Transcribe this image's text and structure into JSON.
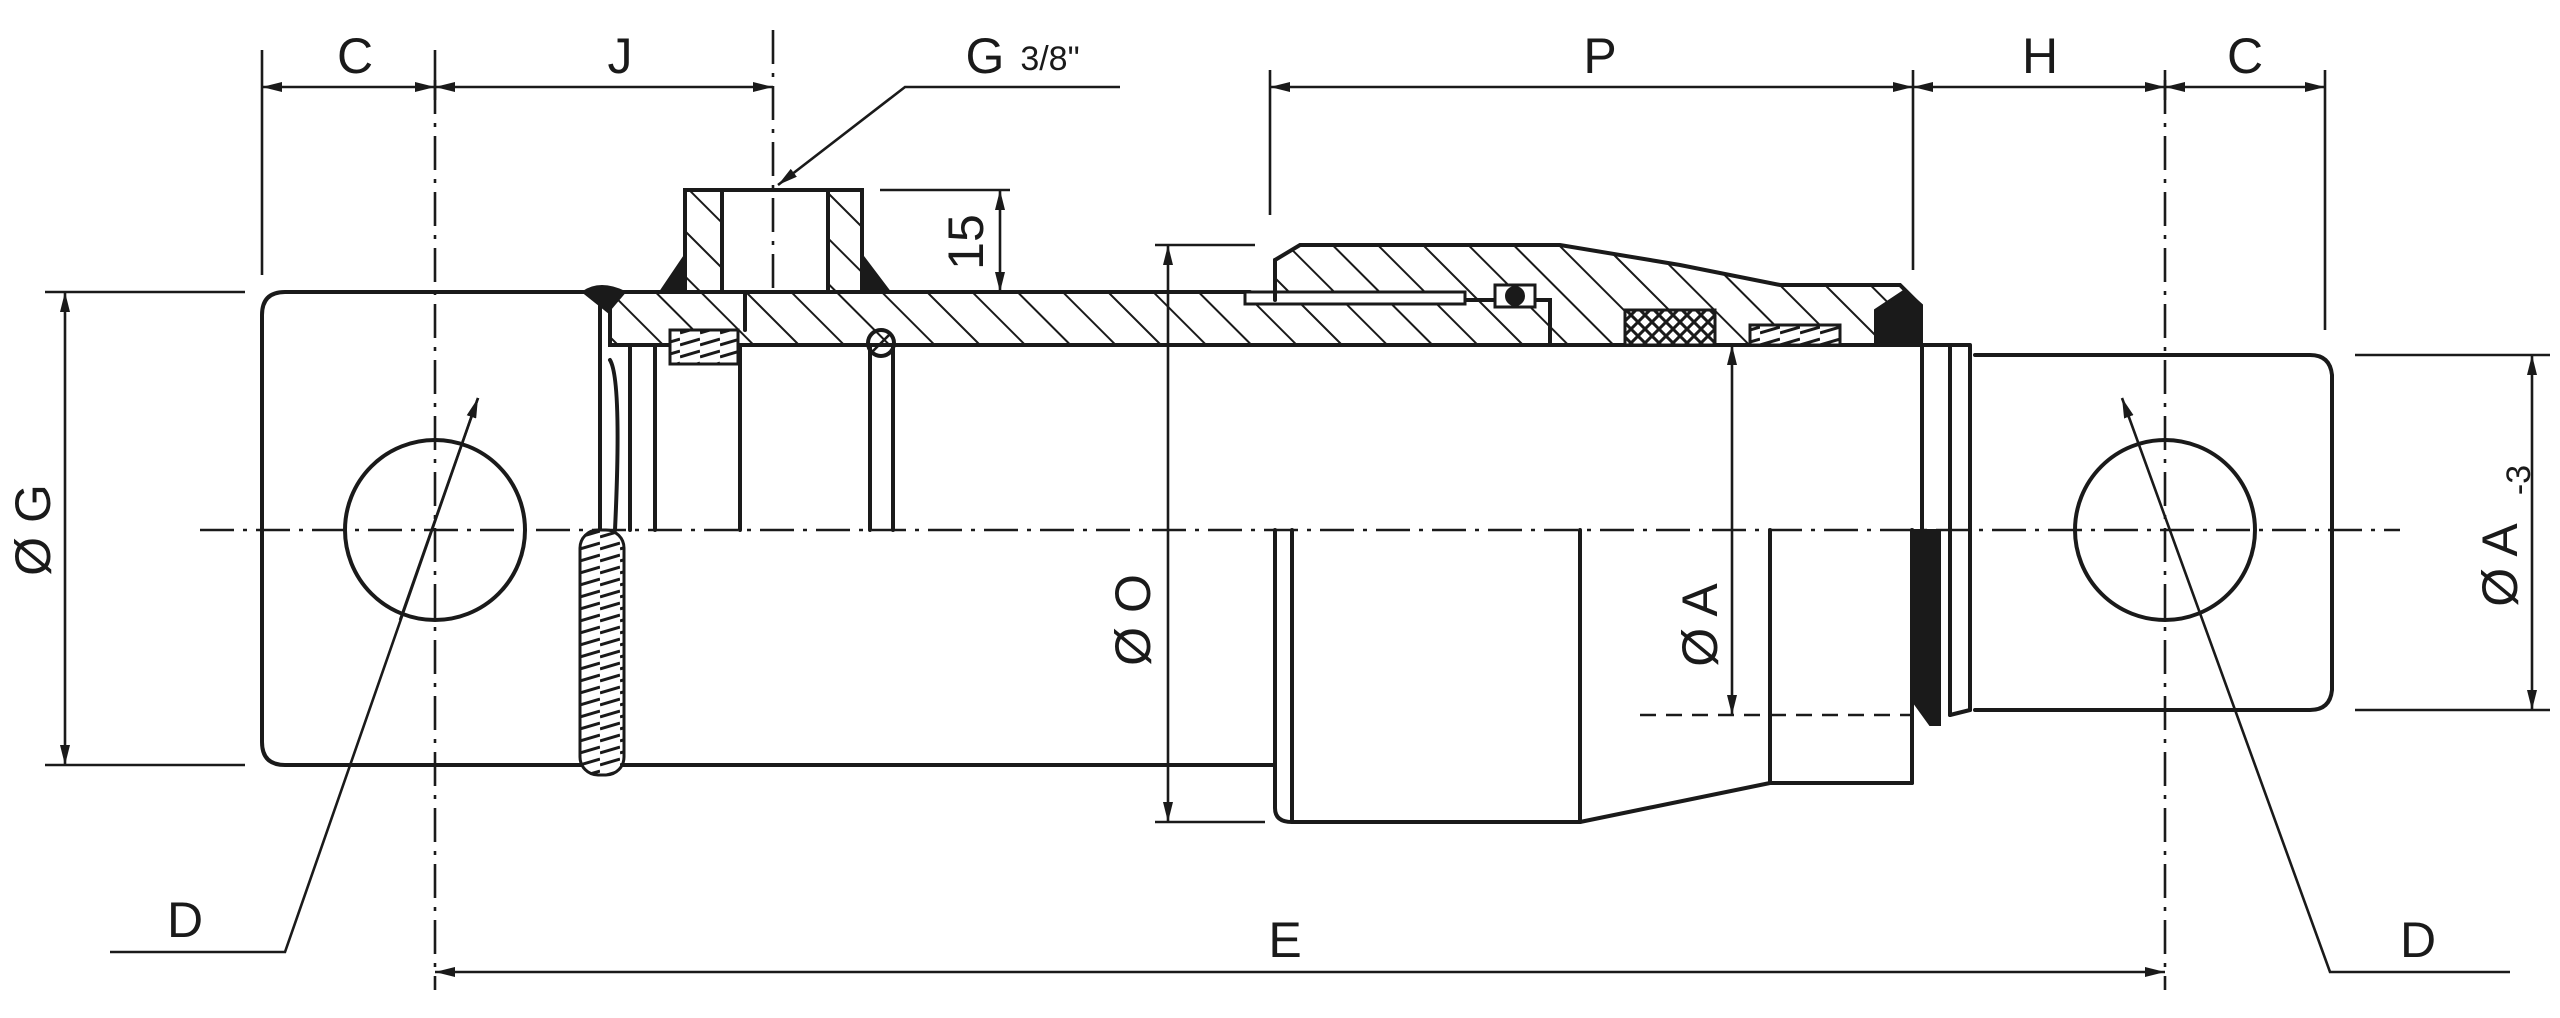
{
  "labels": {
    "c_left": "C",
    "j": "J",
    "port": "G",
    "port_size": "3/8\"",
    "p": "P",
    "h": "H",
    "c_right": "C",
    "fifteen": "15",
    "dia_g": "Ø G",
    "dia_o": "Ø O",
    "dia_a": "Ø A",
    "dia_a3": "Ø A",
    "dia_a3_sub": "-3",
    "d_left": "D",
    "e": "E",
    "d_right": "D"
  },
  "colors": {
    "line": "#1a1a1a",
    "background": "#ffffff"
  }
}
